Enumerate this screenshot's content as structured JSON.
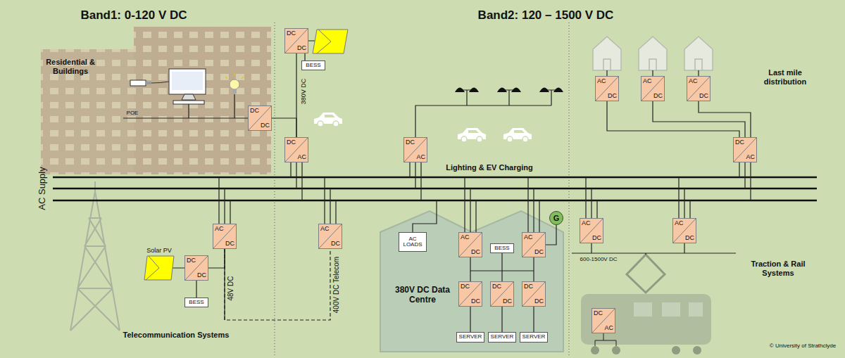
{
  "diagram": {
    "nodes": [
      {
        "text": [
          "DC",
          "DC"
        ]
      },
      {
        "text": [
          "BESS"
        ]
      },
      {
        "text": [
          "DC",
          "DC"
        ]
      },
      {
        "text": [
          "DC",
          "AC"
        ]
      },
      {
        "text": [
          "DC",
          "AC"
        ]
      },
      {
        "text": [
          "AC",
          "DC"
        ]
      },
      {
        "text": [
          "AC",
          "DC"
        ]
      },
      {
        "text": [
          "AC",
          "DC"
        ]
      },
      {
        "text": [
          "DC",
          "AC"
        ]
      },
      {
        "text": [
          "AC",
          "DC"
        ]
      },
      {
        "text": [
          "AC",
          "DC"
        ]
      },
      {
        "text": [
          "AC LOADS"
        ]
      },
      {
        "text": [
          "AC",
          "DC"
        ]
      },
      {
        "text": [
          "G"
        ]
      },
      {
        "text": [
          "AC",
          "DC"
        ]
      },
      {
        "text": [
          "BESS"
        ]
      },
      {
        "text": [
          "DC",
          "DC"
        ]
      },
      {
        "text": [
          "DC",
          "DC"
        ]
      },
      {
        "text": [
          "DC",
          "DC"
        ]
      },
      {
        "text": [
          "SERVER"
        ]
      },
      {
        "text": [
          "SERVER"
        ]
      },
      {
        "text": [
          "SERVER"
        ]
      },
      {
        "text": [
          "AC",
          "DC"
        ]
      },
      {
        "text": [
          "AC",
          "DC"
        ]
      },
      {
        "text": [
          "DC",
          "DC"
        ]
      },
      {
        "text": [
          "BESS"
        ]
      },
      {
        "text": [
          "DC",
          "AC"
        ]
      }
    ],
    "edges": [
      {
        "from": 0,
        "to": 1,
        "arrow": "none"
      },
      {
        "from": 3,
        "to": 0,
        "arrow": "none"
      },
      {
        "from": 2,
        "to": 3,
        "arrow": "none"
      },
      {
        "from": 8,
        "to": 5,
        "arrow": "none"
      },
      {
        "from": 8,
        "to": 6,
        "arrow": "none"
      },
      {
        "from": 8,
        "to": 7,
        "arrow": "none"
      },
      {
        "from": 24,
        "to": 9,
        "arrow": "none"
      },
      {
        "from": 9,
        "to": 10,
        "arrow": "none"
      },
      {
        "from": 24,
        "to": 25,
        "arrow": "none"
      },
      {
        "from": 13,
        "to": 14,
        "arrow": "none"
      },
      {
        "from": 12,
        "to": 16,
        "arrow": "none"
      },
      {
        "from": 15,
        "to": 17,
        "arrow": "none"
      },
      {
        "from": 14,
        "to": 18,
        "arrow": "none"
      },
      {
        "from": 16,
        "to": 19,
        "arrow": "none"
      },
      {
        "from": 17,
        "to": 20,
        "arrow": "none"
      },
      {
        "from": 18,
        "to": 21,
        "arrow": "none"
      }
    ],
    "labels": [
      "Band1: 0-120 V DC",
      "Band2: 120 – 1500 V DC",
      "Residential & Buildings",
      "POE",
      "380V DC",
      "AC Supply",
      "Lighting & EV Charging",
      "Last mile distribution",
      "Solar PV",
      "48V DC",
      "400V DC Telecom",
      "Telecommunication Systems",
      "380V DC Data Centre",
      "600-1500V DC",
      "Traction & Rail Systems",
      "© University of Strathclyde"
    ]
  }
}
